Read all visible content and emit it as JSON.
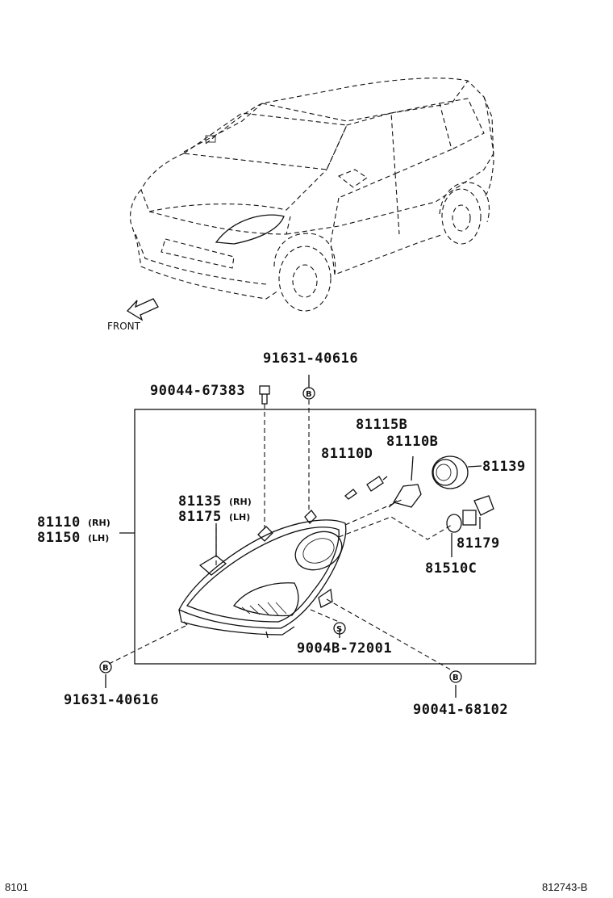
{
  "figure_code": "8101",
  "illustration_ref": "812743-B",
  "car": {
    "front_label": "FRONT"
  },
  "marks": {
    "b": "B",
    "s": "S"
  },
  "parts": {
    "bolt_top": "91631-40616",
    "screw_top": "90044-67383",
    "bulb_h4": "81115B",
    "socket": "81110B",
    "bulb_small": "81110D",
    "cap": "81139",
    "bracket_rh": "81135",
    "bracket_rh_side": "(RH)",
    "bracket_lh": "81175",
    "bracket_lh_side": "(LH)",
    "lamp_rh": "81110",
    "lamp_rh_side": "(RH)",
    "lamp_lh": "81150",
    "lamp_lh_side": "(LH)",
    "bulb_turn": "81179",
    "socket_turn": "81510C",
    "screw_s": "9004B-72001",
    "bolt_left": "91631-40616",
    "clip_right": "90041-68102"
  }
}
